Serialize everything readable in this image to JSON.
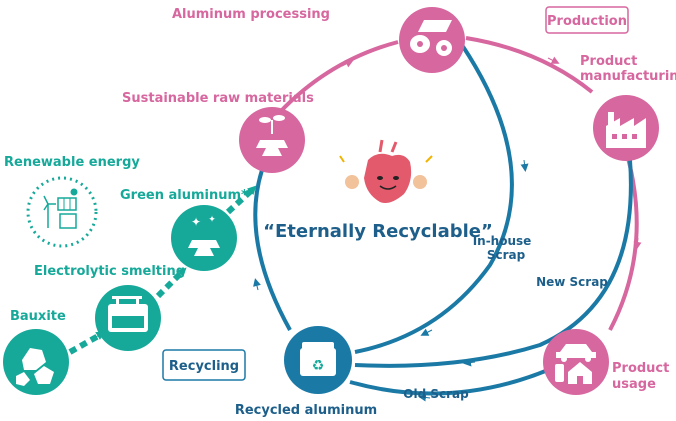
{
  "colors": {
    "production": "#d7679f",
    "recycling": "#1b79a6",
    "green": "#16a99a"
  },
  "legend": {
    "production": "Production",
    "recycling": "Recycling"
  },
  "center_text": "“Eternally Recyclable”",
  "nodes": {
    "aluminum_processing": {
      "label": "Aluminum processing",
      "icon": "coil-sheet-gear-icon"
    },
    "product_manufacturing": {
      "line1": "Product",
      "line2": "manufacturing",
      "icon": "factory-icon"
    },
    "product_usage": {
      "line1": "Product",
      "line2": "usage",
      "icon": "car-house-can-icon"
    },
    "recycled_aluminum": {
      "label": "Recycled aluminum",
      "icon": "recycle-bin-icon"
    },
    "sustainable_raw": {
      "label": "Sustainable raw materials",
      "icon": "sprout-ingots-icon"
    },
    "green_aluminum": {
      "label": "Green aluminum*",
      "icon": "sparkle-ingots-icon"
    },
    "electrolytic": {
      "label": "Electrolytic smelting",
      "icon": "smelting-tank-icon"
    },
    "bauxite": {
      "label": "Bauxite",
      "icon": "ore-icon"
    },
    "renewable": {
      "label": "Renewable energy",
      "icon": "wind-solar-icon"
    }
  },
  "scrap": {
    "inhouse_line1": "In-house",
    "inhouse_line2": "Scrap",
    "new": "New Scrap",
    "old": "Old Scrap"
  }
}
